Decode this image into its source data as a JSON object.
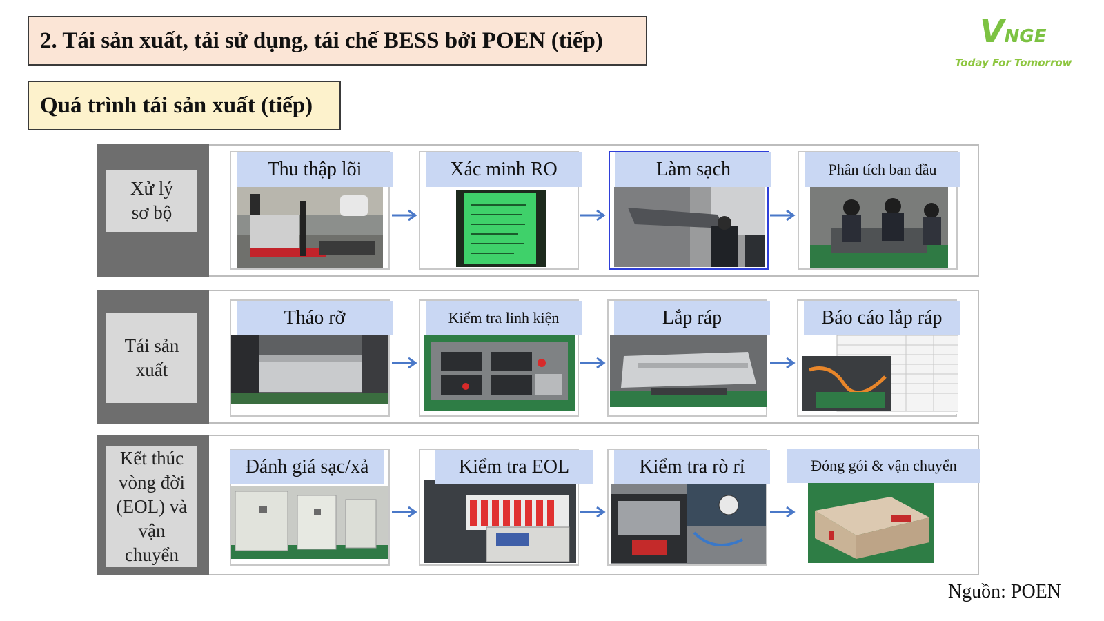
{
  "title": "2. Tái sản xuất, tải sử dụng, tái chế BESS bởi POEN (tiếp)",
  "subtitle": "Quá trình tái sản xuất (tiếp)",
  "logo": {
    "mark_v": "V",
    "mark_rest": "NGE",
    "tagline": "Today For Tomorrow",
    "color": "#7cc242"
  },
  "rows": [
    {
      "label": "Xử lý sơ bộ",
      "steps": [
        "Thu thập lõi",
        "Xác minh RO",
        "Làm sạch",
        "Phân tích ban đầu"
      ]
    },
    {
      "label": "Tái sản xuất",
      "steps": [
        "Tháo rỡ",
        "Kiểm tra linh kiện",
        "Lắp ráp",
        "Báo cáo lắp ráp"
      ]
    },
    {
      "label": "Kết thúc vòng đời (EOL) và vận chuyển",
      "steps": [
        "Đánh giá sạc/xả",
        "Kiểm tra EOL",
        "Kiểm tra rò rỉ",
        "Đóng gói & vận chuyển"
      ]
    }
  ],
  "source": "Nguồn: POEN",
  "colors": {
    "title_bg": "#fbe5d6",
    "subtitle_bg": "#fdf2cc",
    "step_title_bg": "#c9d7f3",
    "row_label_bg": "#6e6e6e",
    "arrow": "#4a78c8"
  }
}
